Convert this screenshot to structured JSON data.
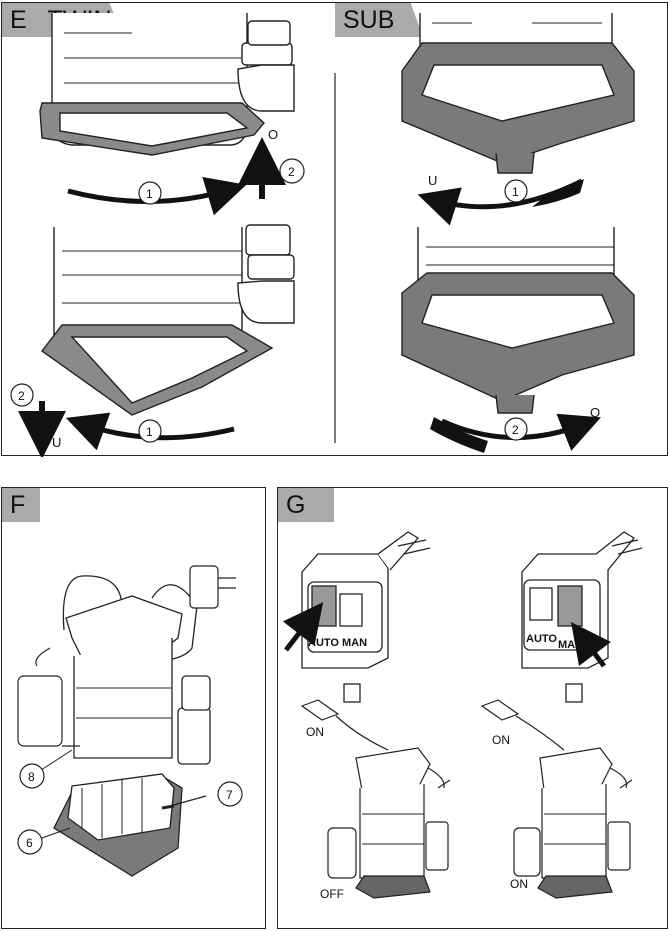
{
  "panels": {
    "e": {
      "letter": "E",
      "title": "TWIN"
    },
    "sub": {
      "title": "SUB"
    },
    "f": {
      "letter": "F"
    },
    "g": {
      "letter": "G"
    }
  },
  "step_numbers": {
    "one": "1",
    "two": "2"
  },
  "part_numbers": {
    "six": "6",
    "seven": "7",
    "eight": "8"
  },
  "directions": {
    "up": "O",
    "down": "U"
  },
  "switch": {
    "auto": "AUTO",
    "man": "MAN"
  },
  "float": {
    "on": "ON",
    "off": "OFF"
  },
  "colors": {
    "tag_gray": "#aaaaaa",
    "base_gray": "#7a7a7a",
    "arrow_black": "#111111"
  }
}
